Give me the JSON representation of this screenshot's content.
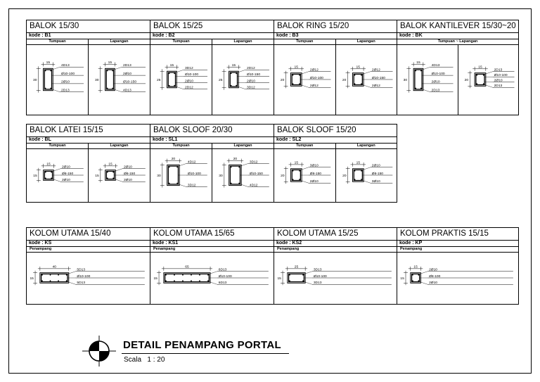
{
  "panels": [
    {
      "title": "BALOK 15/30",
      "code": "kode : B1",
      "cols": [
        "Tumpuan",
        "Lapangan"
      ],
      "cells": [
        {
          "dims": {
            "w": "15",
            "h": "30"
          },
          "notes": [
            "4D13",
            "Ø10-100",
            "2Ø10",
            "2D13"
          ],
          "shape": "tall"
        },
        {
          "dims": {
            "w": "15",
            "h": "30"
          },
          "notes": [
            "2D13",
            "2Ø10",
            "Ø10-150",
            "4D13"
          ],
          "shape": "tall"
        }
      ]
    },
    {
      "title": "BALOK 15/25",
      "code": "kode : B2",
      "cols": [
        "Tumpuan",
        "Lapangan"
      ],
      "cells": [
        {
          "dims": {
            "w": "15",
            "h": "25"
          },
          "notes": [
            "3D12",
            "Ø10-100",
            "2Ø10",
            "2D12"
          ],
          "shape": "mid"
        },
        {
          "dims": {
            "w": "15",
            "h": "25"
          },
          "notes": [
            "2D12",
            "Ø10-150",
            "2Ø10",
            "3D12"
          ],
          "shape": "mid"
        }
      ]
    },
    {
      "title": "BALOK RING 15/20",
      "code": "kode : B3",
      "cols": [
        "Tumpuan",
        "Lapangan"
      ],
      "cells": [
        {
          "dims": {
            "w": "15",
            "h": "20"
          },
          "notes": [
            "2Ø12",
            "Ø10-100",
            "2Ø12"
          ],
          "shape": "short"
        },
        {
          "dims": {
            "w": "15",
            "h": "20"
          },
          "notes": [
            "2Ø12",
            "Ø10-150",
            "2Ø12"
          ],
          "shape": "short"
        }
      ]
    },
    {
      "title": "BALOK KANTILEVER 15/30~20",
      "code": "kode : BK",
      "cols": [
        "Tumpuan ~ Lapangan"
      ],
      "cells": [
        {
          "dims": {
            "w": "15",
            "h": "30"
          },
          "notes": [
            "4D13",
            "Ø10-100",
            "2Ø10",
            "2D13"
          ],
          "shape": "tall"
        },
        {
          "dims": {
            "w": "15",
            "h": "20"
          },
          "notes": [
            "2D13",
            "Ø10-100",
            "2Ø10",
            "2D13"
          ],
          "shape": "short"
        }
      ]
    },
    {
      "title": "BALOK LATEI 15/15",
      "code": "kode : BL",
      "cols": [
        "Tumpuan",
        "Lapangan"
      ],
      "cells": [
        {
          "dims": {
            "w": "15",
            "h": "15"
          },
          "notes": [
            "2Ø10",
            "Ø8-150",
            "2Ø10"
          ],
          "shape": "square"
        },
        {
          "dims": {
            "w": "15",
            "h": "15"
          },
          "notes": [
            "2Ø10",
            "Ø8-150",
            "2Ø10"
          ],
          "shape": "square"
        }
      ]
    },
    {
      "title": "BALOK SLOOF 20/30",
      "code": "kode : SL1",
      "cols": [
        "Tumpuan",
        "Lapangan"
      ],
      "cells": [
        {
          "dims": {
            "w": "20",
            "h": "30"
          },
          "notes": [
            "4D12",
            "Ø10-100",
            "3D12"
          ],
          "shape": "tallwide"
        },
        {
          "dims": {
            "w": "20",
            "h": "30"
          },
          "notes": [
            "3D12",
            "Ø10-150",
            "4D12"
          ],
          "shape": "tallwide"
        }
      ]
    },
    {
      "title": "BALOK SLOOF 15/20",
      "code": "kode : SL2",
      "cols": [
        "Tumpuan",
        "Lapangan"
      ],
      "cells": [
        {
          "dims": {
            "w": "15",
            "h": "20"
          },
          "notes": [
            "3Ø10",
            "Ø8-150",
            "2Ø10"
          ],
          "shape": "short"
        },
        {
          "dims": {
            "w": "15",
            "h": "20"
          },
          "notes": [
            "2Ø10",
            "Ø8-150",
            "3Ø10"
          ],
          "shape": "short"
        }
      ]
    },
    {
      "title": "KOLOM UTAMA 15/40",
      "code": "kode : KS",
      "cols": [
        "Penampang"
      ],
      "cells": [
        {
          "dims": {
            "w": "40",
            "h": "15"
          },
          "notes": [
            "5D13",
            "Ø10-100",
            "5D13"
          ],
          "shape": "col40"
        }
      ]
    },
    {
      "title": "KOLOM UTAMA 15/65",
      "code": "kode : KS1",
      "cols": [
        "Penampang"
      ],
      "cells": [
        {
          "dims": {
            "w": "65",
            "h": "15"
          },
          "notes": [
            "6D13",
            "Ø10-100",
            "6D13"
          ],
          "shape": "col65"
        }
      ]
    },
    {
      "title": "KOLOM UTAMA 15/25",
      "code": "kode : KS2",
      "cols": [
        "Penampang"
      ],
      "cells": [
        {
          "dims": {
            "w": "25",
            "h": "15"
          },
          "notes": [
            "3D13",
            "Ø10-100",
            "3D13"
          ],
          "shape": "col25"
        }
      ]
    },
    {
      "title": "KOLOM PRAKTIS 15/15",
      "code": "kode : KP",
      "cols": [
        "Penampang"
      ],
      "cells": [
        {
          "dims": {
            "w": "15",
            "h": "15"
          },
          "notes": [
            "2Ø10",
            "Ø8-100",
            "2Ø10"
          ],
          "shape": "col15"
        }
      ]
    }
  ],
  "titleblock": {
    "title": "DETAIL PENAMPANG PORTAL",
    "scale_label": "Scala",
    "scale_value": "1 : 20"
  }
}
